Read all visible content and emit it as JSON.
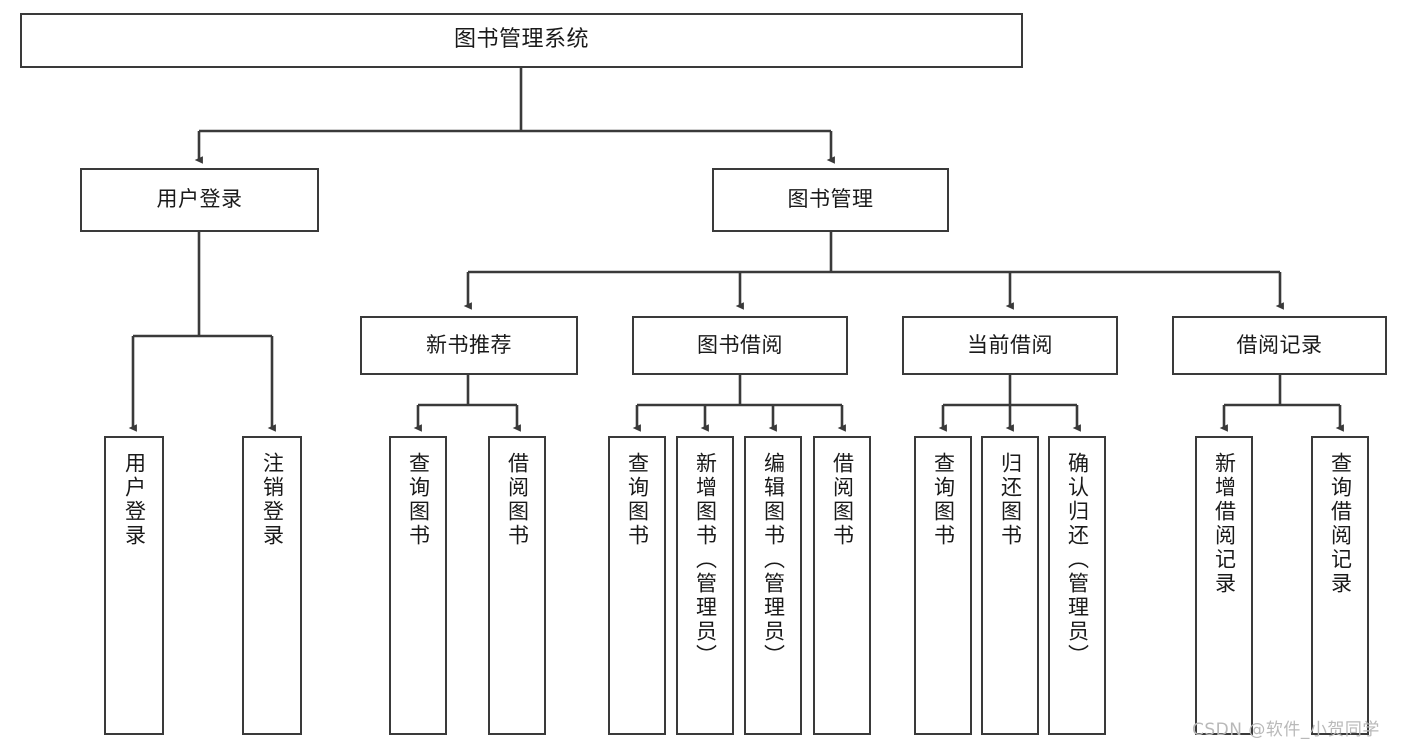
{
  "diagram": {
    "title": "图书管理系统",
    "type": "tree-hierarchy",
    "nodes": {
      "root": {
        "label": "图书管理系统"
      },
      "user_login": {
        "label": "用户登录"
      },
      "book_manage": {
        "label": "图书管理"
      },
      "new_book_rec": {
        "label": "新书推荐"
      },
      "book_borrow": {
        "label": "图书借阅"
      },
      "current_borrow": {
        "label": "当前借阅"
      },
      "borrow_record": {
        "label": "借阅记录"
      },
      "leaf_user_login": {
        "label": "用户登录"
      },
      "leaf_logout": {
        "label": "注销登录"
      },
      "leaf_query_book_1": {
        "label": "查询图书"
      },
      "leaf_borrow_book_1": {
        "label": "借阅图书"
      },
      "leaf_query_book_2": {
        "label": "查询图书"
      },
      "leaf_add_book": {
        "label": "新增图书（管理员）"
      },
      "leaf_edit_book": {
        "label": "编辑图书（管理员）"
      },
      "leaf_borrow_book_2": {
        "label": "借阅图书"
      },
      "leaf_query_book_3": {
        "label": "查询图书"
      },
      "leaf_return_book": {
        "label": "归还图书"
      },
      "leaf_confirm_return": {
        "label": "确认归还（管理员）"
      },
      "leaf_add_record": {
        "label": "新增借阅记录"
      },
      "leaf_query_record": {
        "label": "查询借阅记录"
      }
    },
    "edges": [
      {
        "from": "root",
        "to": "user_login"
      },
      {
        "from": "root",
        "to": "book_manage"
      },
      {
        "from": "book_manage",
        "to": "new_book_rec"
      },
      {
        "from": "book_manage",
        "to": "book_borrow"
      },
      {
        "from": "book_manage",
        "to": "current_borrow"
      },
      {
        "from": "book_manage",
        "to": "borrow_record"
      },
      {
        "from": "user_login",
        "to": "leaf_user_login"
      },
      {
        "from": "user_login",
        "to": "leaf_logout"
      },
      {
        "from": "new_book_rec",
        "to": "leaf_query_book_1"
      },
      {
        "from": "new_book_rec",
        "to": "leaf_borrow_book_1"
      },
      {
        "from": "book_borrow",
        "to": "leaf_query_book_2"
      },
      {
        "from": "book_borrow",
        "to": "leaf_add_book"
      },
      {
        "from": "book_borrow",
        "to": "leaf_edit_book"
      },
      {
        "from": "book_borrow",
        "to": "leaf_borrow_book_2"
      },
      {
        "from": "current_borrow",
        "to": "leaf_query_book_3"
      },
      {
        "from": "current_borrow",
        "to": "leaf_return_book"
      },
      {
        "from": "current_borrow",
        "to": "leaf_confirm_return"
      },
      {
        "from": "borrow_record",
        "to": "leaf_add_record"
      },
      {
        "from": "borrow_record",
        "to": "leaf_query_record"
      }
    ],
    "colors": {
      "stroke": "#3a3a3a",
      "fill": "#ffffff",
      "text": "#1a1a1a",
      "watermark": "#b9b9b9"
    }
  },
  "watermark": {
    "text": "CSDN @软件_小贺同学"
  }
}
